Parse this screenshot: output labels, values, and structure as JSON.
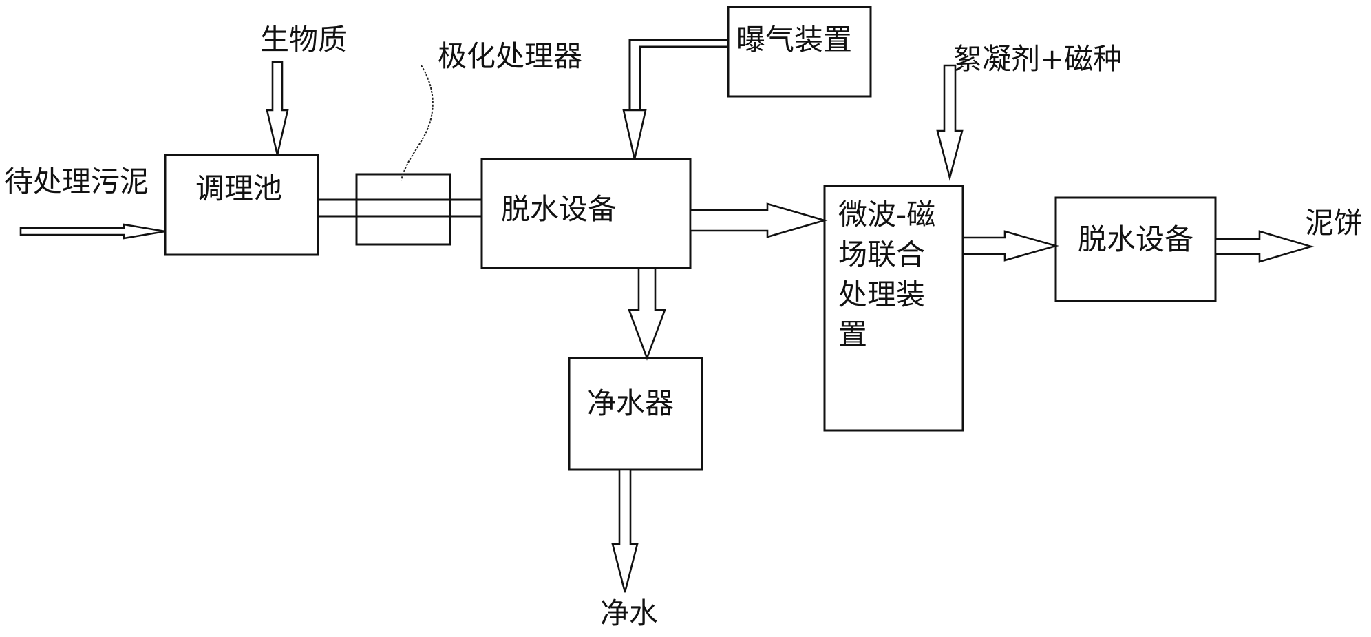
{
  "nodes": {
    "sludge_input": "待处理污泥",
    "biomass": "生物质",
    "conditioning_tank": "调理池",
    "polarization_processor": "极化处理器",
    "aeration_device": "曝气装置",
    "dewatering_1": "脱水设备",
    "flocculant_magnetic_seed": "絮凝剂+磁种",
    "microwave_magnetic_device": [
      "微波-磁",
      "场联合",
      "处理装",
      "置"
    ],
    "dewatering_2": "脱水设备",
    "mud_cake": "泥饼",
    "water_purifier": "净水器",
    "clean_water": "净水"
  },
  "colors": {
    "stroke": "#111111",
    "background": "#ffffff"
  }
}
